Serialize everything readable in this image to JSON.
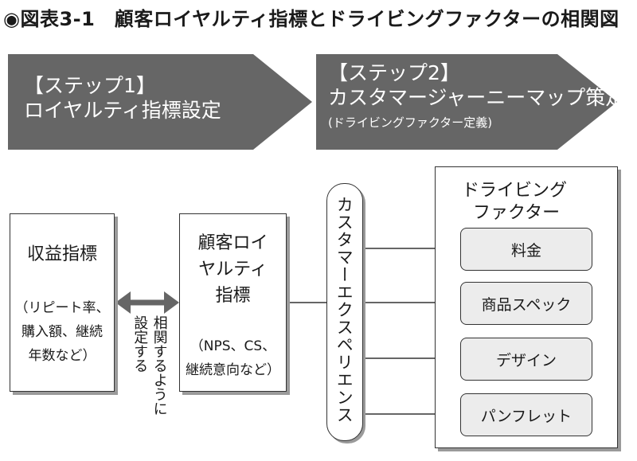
{
  "title": "◉図表3-1　顧客ロイヤルティ指標とドライビングファクターの相関図",
  "steps": [
    {
      "label": "【ステップ1】",
      "text": "ロイヤルティ指標設定"
    },
    {
      "label": "【ステップ2】",
      "text": "カスタマージャーニーマップ策定",
      "sub": "(ドライビングファクター定義)"
    }
  ],
  "revenue": {
    "title": "収益指標",
    "detail": [
      "（リピート率、",
      "購入額、継続",
      "年数など）"
    ]
  },
  "loyalty": {
    "title": [
      "顧客ロイ",
      "ヤルティ",
      "指標"
    ],
    "detail": [
      "（NPS、CS、",
      "継続意向など）"
    ]
  },
  "relation": [
    "相関するように",
    "設定する"
  ],
  "customer_experience": "カスタマーエクスペリエンス",
  "driving_factors": {
    "title": [
      "ドライビング",
      "ファクター"
    ],
    "items": [
      "料金",
      "商品スペック",
      "デザイン",
      "パンフレット"
    ]
  },
  "colors": {
    "arrow_fill": "#666666",
    "factor_fill": "#ececec",
    "shadow": "#9a9a9a",
    "line": "#333333"
  }
}
